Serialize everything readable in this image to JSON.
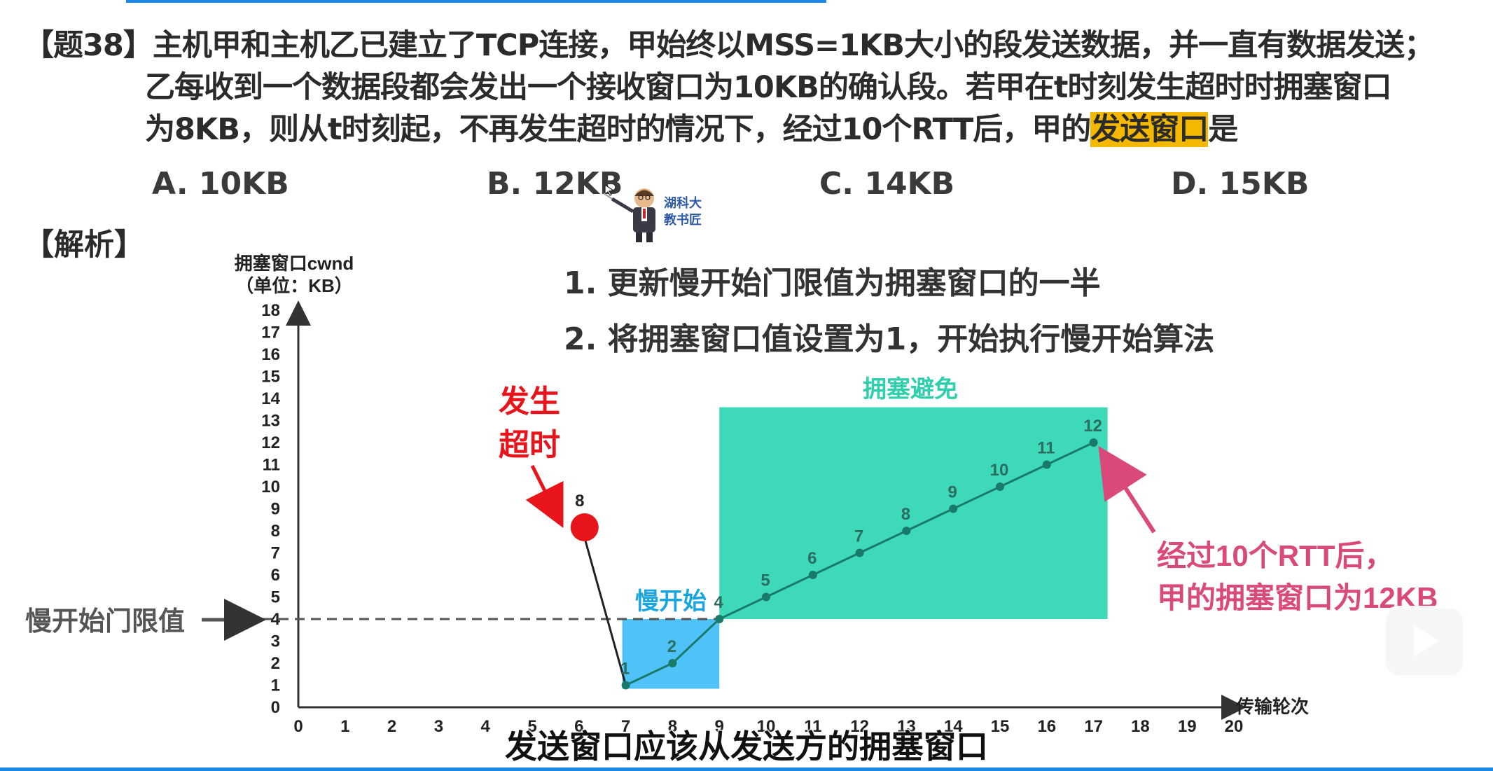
{
  "question": {
    "line1": "【题38】主机甲和主机乙已建立了TCP连接，甲始终以MSS=1KB大小的段发送数据，并一直有数据发送；",
    "line2": "乙每收到一个数据段都会发出一个接收窗口为10KB的确认段。若甲在t时刻发生超时时拥塞窗口",
    "line3_prefix": "为8KB，则从t时刻起，不再发生超时的情况下，经过10个RTT后，甲的",
    "line3_highlight": "发送窗口",
    "line3_suffix": "是"
  },
  "options": [
    "A. 10KB",
    "B. 12KB",
    "C. 14KB",
    "D. 15KB"
  ],
  "analysis_label": "【解析】",
  "mascot_name_line1": "湖科大",
  "mascot_name_line2": "教书匠",
  "steps": [
    "1. 更新慢开始门限值为拥塞窗口的一半",
    "2. 将拥塞窗口值设置为1，开始执行慢开始算法"
  ],
  "chart_labels": {
    "ylabel_line1": "拥塞窗口cwnd",
    "ylabel_line2": "（单位：KB）",
    "xlabel": "传输轮次",
    "ssthresh": "慢开始门限值",
    "timeout_line1": "发生",
    "timeout_line2": "超时",
    "slow_start": "慢开始",
    "congestion_avoidance": "拥塞避免",
    "result_line1": "经过10个RTT后，",
    "result_line2": "甲的拥塞窗口为12KB"
  },
  "subtitle": "发送窗口应该从发送方的拥塞窗口",
  "chart_data": {
    "type": "line",
    "x_ticks": [
      0,
      1,
      2,
      3,
      4,
      5,
      6,
      7,
      8,
      9,
      10,
      11,
      12,
      13,
      14,
      15,
      16,
      17,
      18,
      19,
      20
    ],
    "y_ticks": [
      0,
      1,
      2,
      3,
      4,
      5,
      6,
      7,
      8,
      9,
      10,
      11,
      12,
      13,
      14,
      15,
      16,
      17,
      18
    ],
    "xlim": [
      0,
      20
    ],
    "ylim": [
      0,
      18
    ],
    "ssthresh_value": 4,
    "timeout_point": {
      "x": 6,
      "y": 8,
      "label": "8"
    },
    "series": [
      {
        "points": [
          {
            "x": 7,
            "y": 1,
            "label": "1"
          },
          {
            "x": 8,
            "y": 2,
            "label": "2"
          },
          {
            "x": 9,
            "y": 4,
            "label": "4"
          },
          {
            "x": 10,
            "y": 5,
            "label": "5"
          },
          {
            "x": 11,
            "y": 6,
            "label": "6"
          },
          {
            "x": 12,
            "y": 7,
            "label": "7"
          },
          {
            "x": 13,
            "y": 8,
            "label": "8"
          },
          {
            "x": 14,
            "y": 9,
            "label": "9"
          },
          {
            "x": 15,
            "y": 10,
            "label": "10"
          },
          {
            "x": 16,
            "y": 11,
            "label": "11"
          },
          {
            "x": 17,
            "y": 12,
            "label": "12"
          }
        ]
      }
    ],
    "colors": {
      "slow_start": "#4fc3f7",
      "congestion_avoidance": "#3dd9b8",
      "timeout": "#e8141b",
      "result": "#d94a7a",
      "line": "#1a7a6a"
    }
  }
}
